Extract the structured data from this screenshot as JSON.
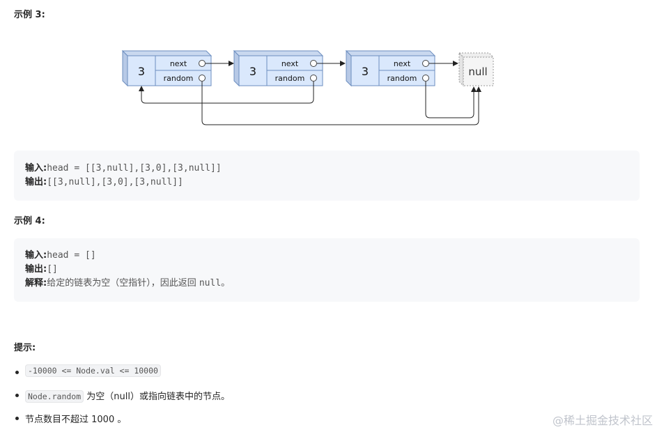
{
  "example3": {
    "heading": "示例 3:",
    "diagram": {
      "nodes": [
        {
          "val": "3",
          "next_label": "next",
          "random_label": "random"
        },
        {
          "val": "3",
          "next_label": "next",
          "random_label": "random"
        },
        {
          "val": "3",
          "next_label": "next",
          "random_label": "random"
        }
      ],
      "null_label": "null"
    },
    "input_label": "输入:",
    "input_value": "head = [[3,null],[3,0],[3,null]]",
    "output_label": "输出:",
    "output_value": "[[3,null],[3,0],[3,null]]"
  },
  "example4": {
    "heading": "示例 4:",
    "input_label": "输入:",
    "input_value": "head = []",
    "output_label": "输出:",
    "output_value": "[]",
    "explain_label": "解释:",
    "explain_text": "给定的链表为空（空指针），因此返回 ",
    "explain_code": "null",
    "explain_end": "。"
  },
  "hints": {
    "heading": "提示:",
    "items": [
      {
        "code": "-10000 <= Node.val <= 10000",
        "text": ""
      },
      {
        "code": "Node.random",
        "text": " 为空（null）或指向链表中的节点。"
      },
      {
        "code": "",
        "text": "节点数目不超过 1000 。"
      }
    ]
  },
  "watermark": "@稀土掘金技术社区"
}
